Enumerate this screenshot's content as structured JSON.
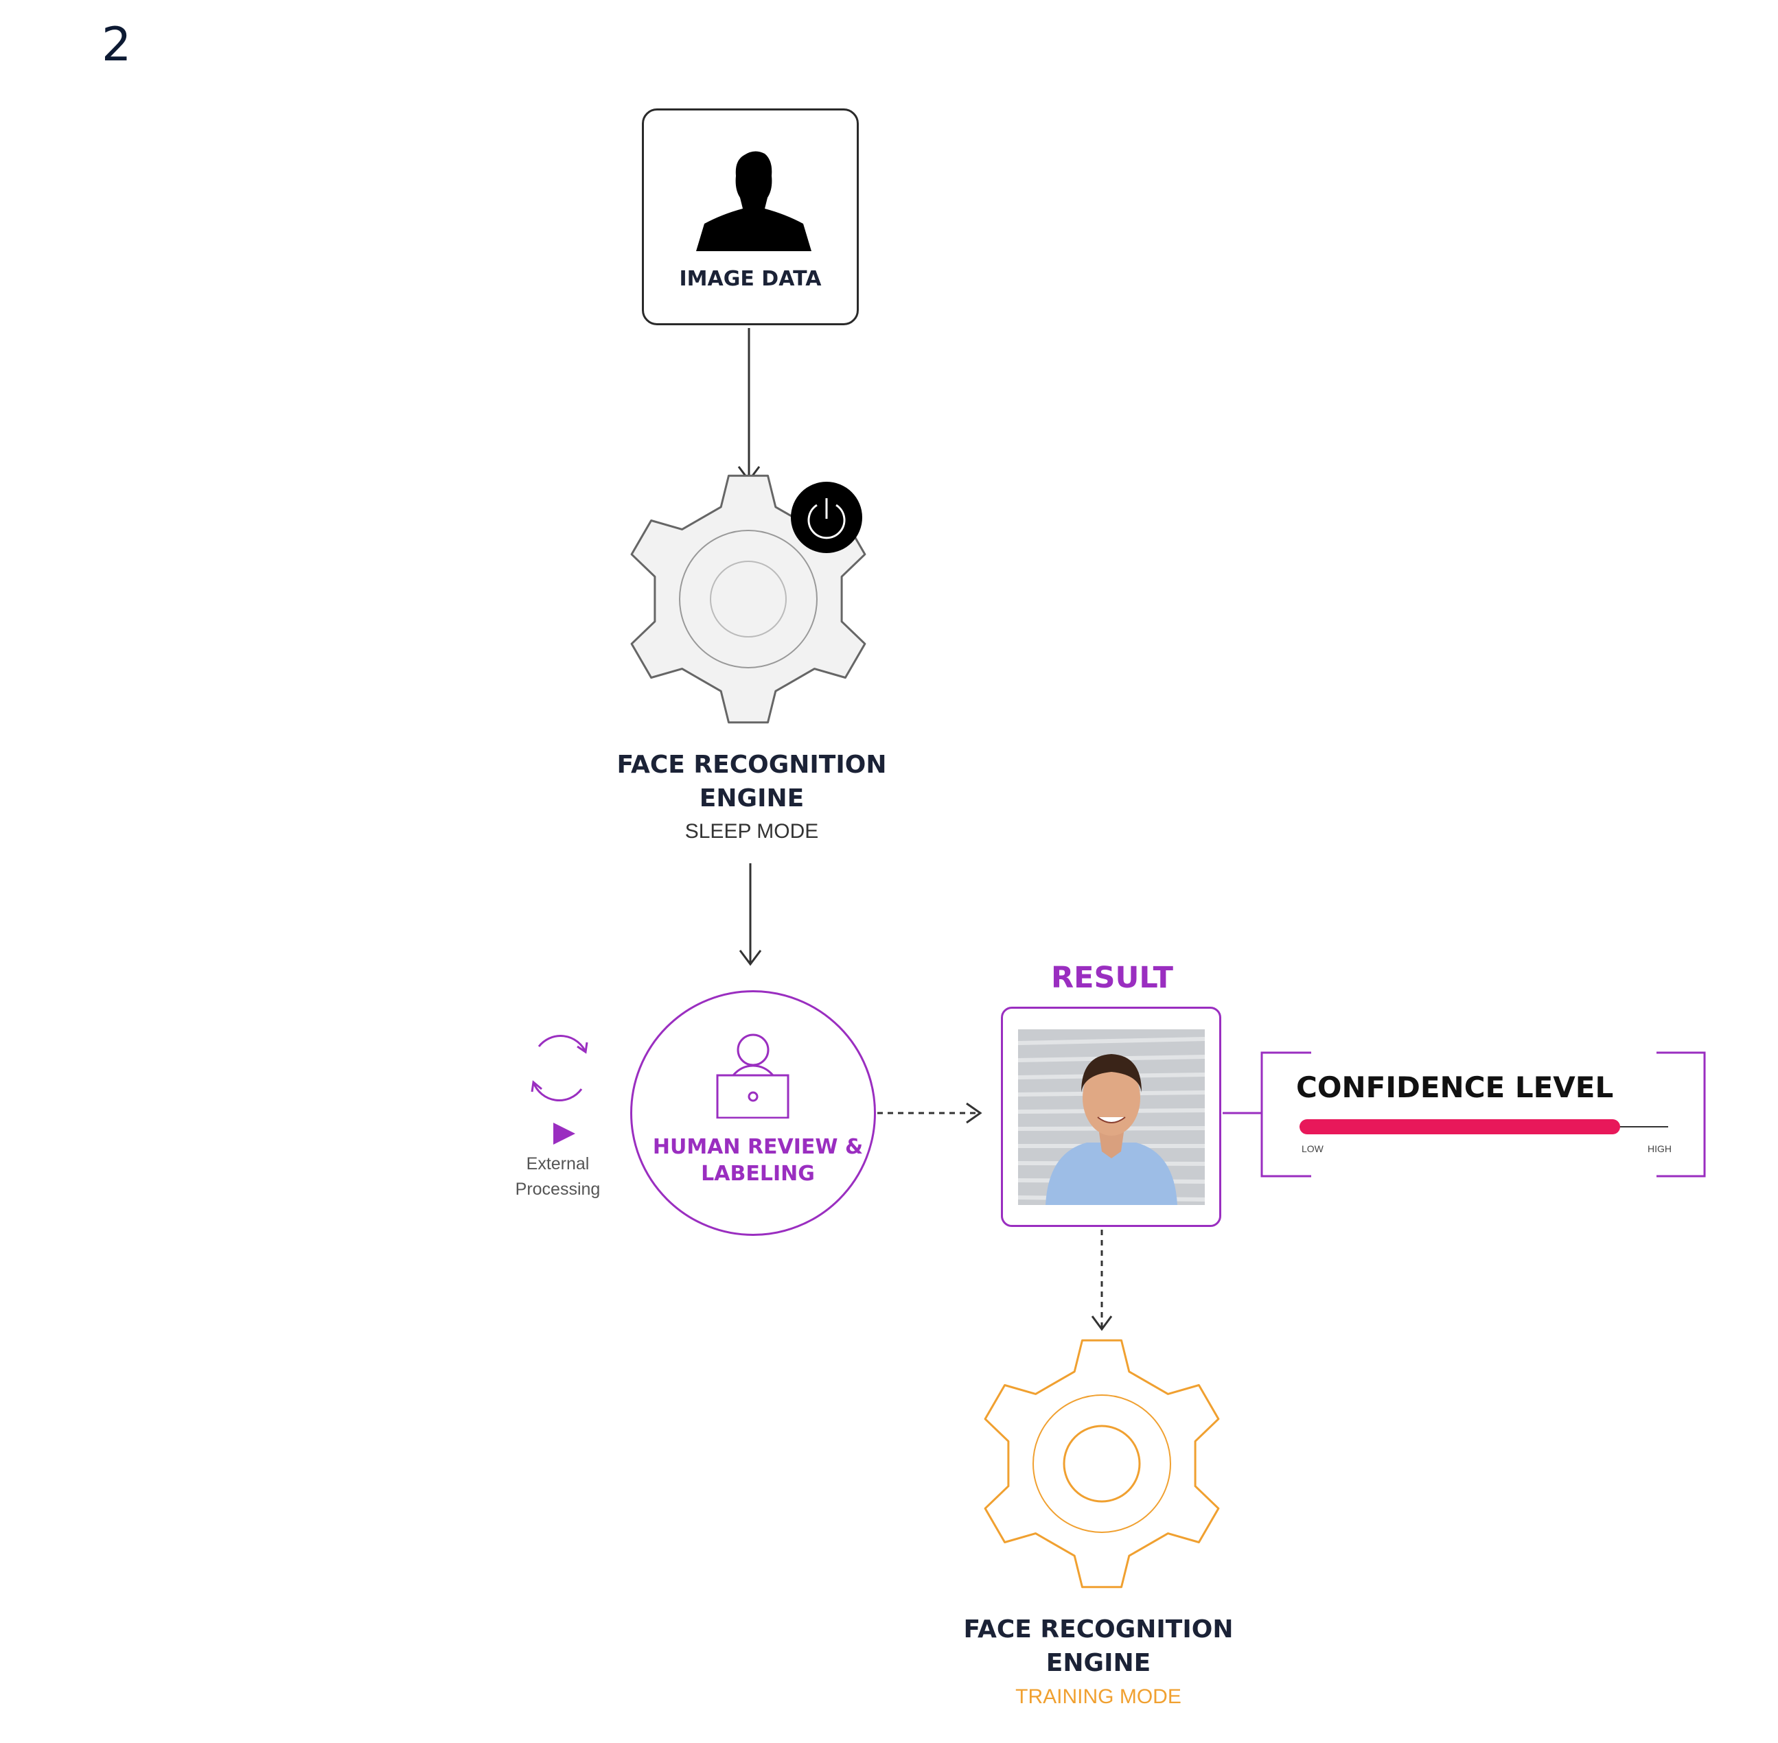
{
  "step_number": "2",
  "image_data": {
    "label": "IMAGE DATA"
  },
  "engine_sleep": {
    "title_line1": "FACE RECOGNITION",
    "title_line2": "ENGINE",
    "mode": "SLEEP MODE"
  },
  "human_review": {
    "label_line1": "HUMAN REVIEW &",
    "label_line2": "LABELING"
  },
  "external": {
    "line1": "External",
    "line2": "Processing"
  },
  "result": {
    "title": "RESULT"
  },
  "confidence": {
    "title": "CONFIDENCE LEVEL",
    "low": "LOW",
    "high": "HIGH",
    "level": 0.87
  },
  "engine_training": {
    "title_line1": "FACE RECOGNITION",
    "title_line2": "ENGINE",
    "mode": "TRAINING MODE"
  },
  "colors": {
    "purple": "#9a2ec0",
    "orange": "#f0a030",
    "bar": "#e8185a",
    "gray_gear": "#f2f2f2"
  }
}
